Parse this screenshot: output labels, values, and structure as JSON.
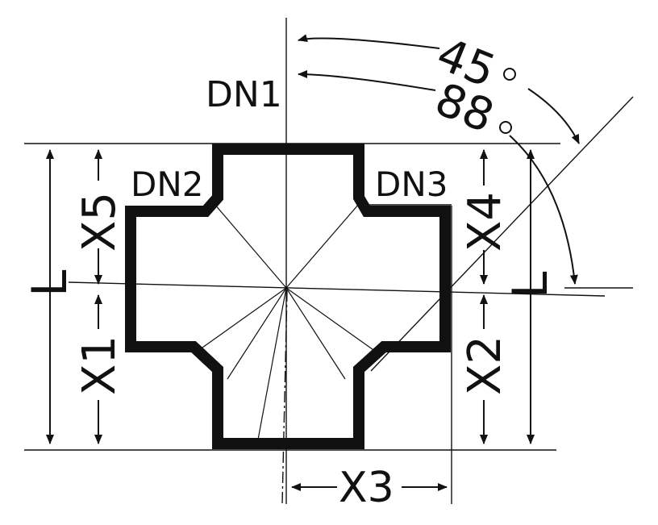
{
  "labels": {
    "dn1": "DN1",
    "dn2": "DN2",
    "dn3": "DN3",
    "x1": "X1",
    "x2": "X2",
    "x3": "X3",
    "x4": "X4",
    "x5": "X5",
    "l_left": "L",
    "l_right": "L",
    "angle_45": "45",
    "angle_88": "88"
  },
  "colors": {
    "ink": "#111111",
    "background": "#ffffff"
  },
  "icons": {
    "degree": "degree-circle-icon",
    "arrow": "arrowhead-icon"
  }
}
